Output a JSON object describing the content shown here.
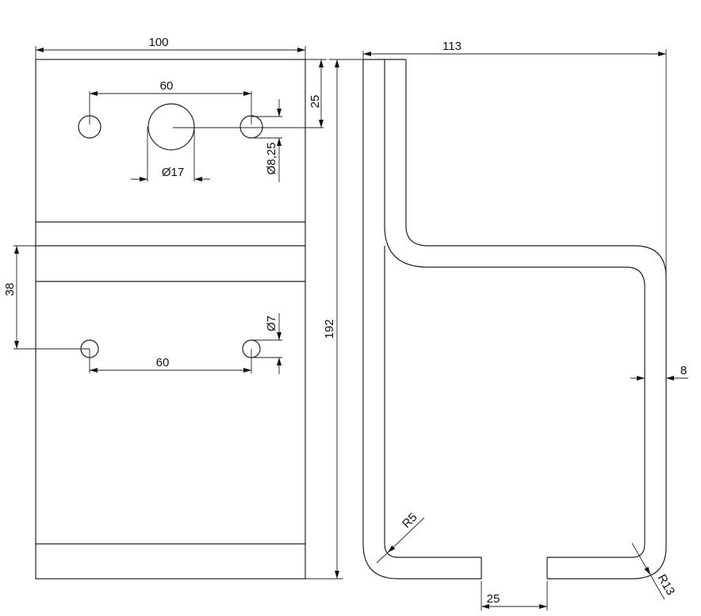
{
  "front_view": {
    "width_dim": "100",
    "top_hole_spacing_dim": "60",
    "big_hole_dia_dim": "Ø17",
    "small_hole_dia_dim": "Ø8,25",
    "hole_offset_dim": "25",
    "lower_hole_offset_dim": "38",
    "lower_hole_spacing_dim": "60",
    "lower_hole_dia_dim": "Ø7",
    "height_dim": "192"
  },
  "side_view": {
    "width_dim": "113",
    "thickness_dim": "8",
    "gap_dim": "25",
    "inner_radius_dim": "R5",
    "outer_radius_dim": "R13"
  },
  "colors": {
    "line": "#222222",
    "background": "#ffffff"
  }
}
